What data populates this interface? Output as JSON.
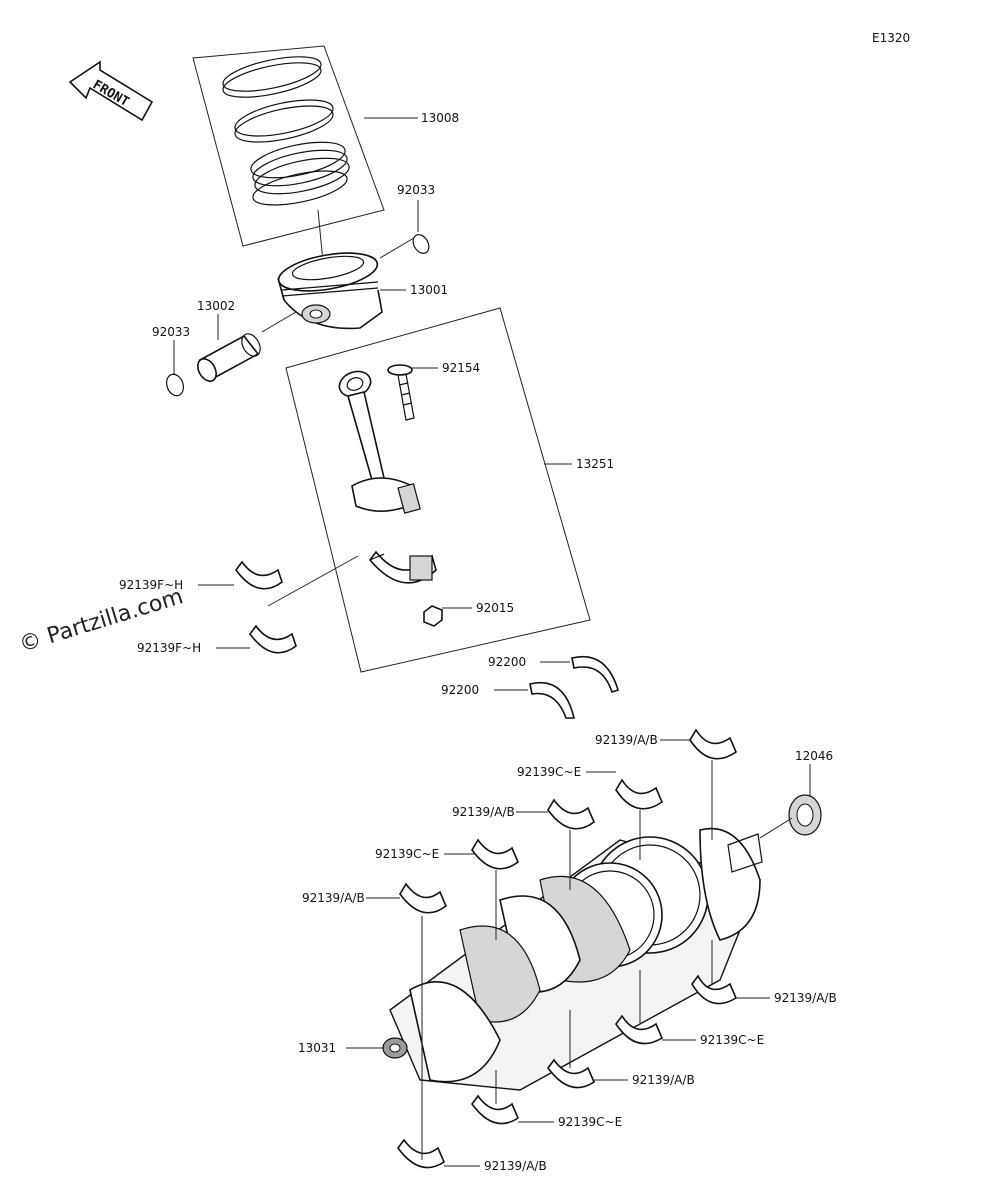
{
  "diagram_code": "E1320",
  "front_label": "FRONT",
  "watermark": "© Partzilla.com",
  "labels": {
    "l13008": "13008",
    "l92033a": "92033",
    "l13001": "13001",
    "l13002": "13002",
    "l92033b": "92033",
    "l92154": "92154",
    "l13251": "13251",
    "l92139fh1": "92139F~H",
    "l92139fh2": "92139F~H",
    "l92015": "92015",
    "l92200a": "92200",
    "l92200b": "92200",
    "l92139ab1": "92139/A/B",
    "l12046": "12046",
    "l92139ce1": "92139C~E",
    "l92139ab2": "92139/A/B",
    "l92139ce2": "92139C~E",
    "l92139ab3": "92139/A/B",
    "l92139ab4": "92139/A/B",
    "l13031": "13031",
    "l92139ce3": "92139C~E",
    "l92139ab5": "92139/A/B",
    "l92139ce4": "92139C~E",
    "l92139ab6": "92139/A/B"
  }
}
